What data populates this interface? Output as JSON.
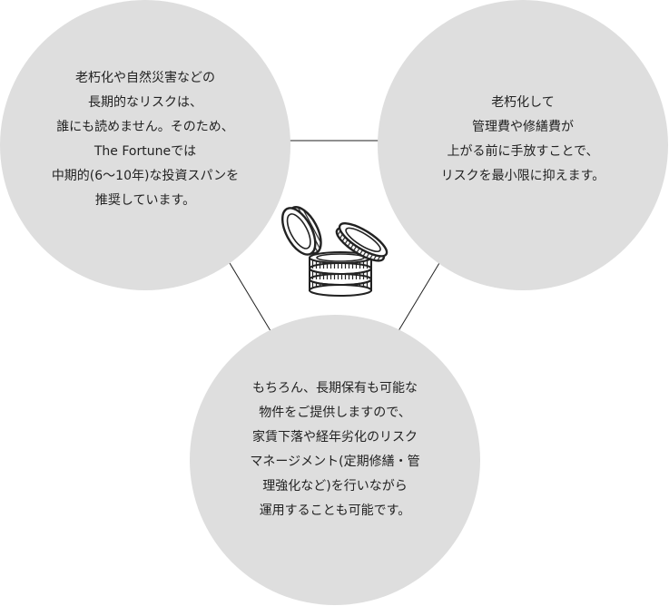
{
  "circles": {
    "left": {
      "lines": [
        "老朽化や自然災害などの",
        "長期的なリスクは、",
        "誰にも読めません。そのため、",
        "The Fortuneでは",
        "中期的(6〜10年)な投資スパンを",
        "推奨しています。"
      ]
    },
    "right": {
      "lines": [
        "老朽化して",
        "管理費や修繕費が",
        "上がる前に手放すことで、",
        "リスクを最小限に抑えます。"
      ]
    },
    "bottom": {
      "lines": [
        "もちろん、長期保有も可能な",
        "物件をご提供しますので、",
        "家賃下落や経年劣化のリスク",
        "マネージメント(定期修繕・管",
        "理強化など)を行いながら",
        "運用することも可能です。"
      ]
    }
  },
  "colors": {
    "circle_fill": "#dedede",
    "text": "#222222",
    "line": "#222222"
  },
  "icons": {
    "center": "coins-icon"
  }
}
